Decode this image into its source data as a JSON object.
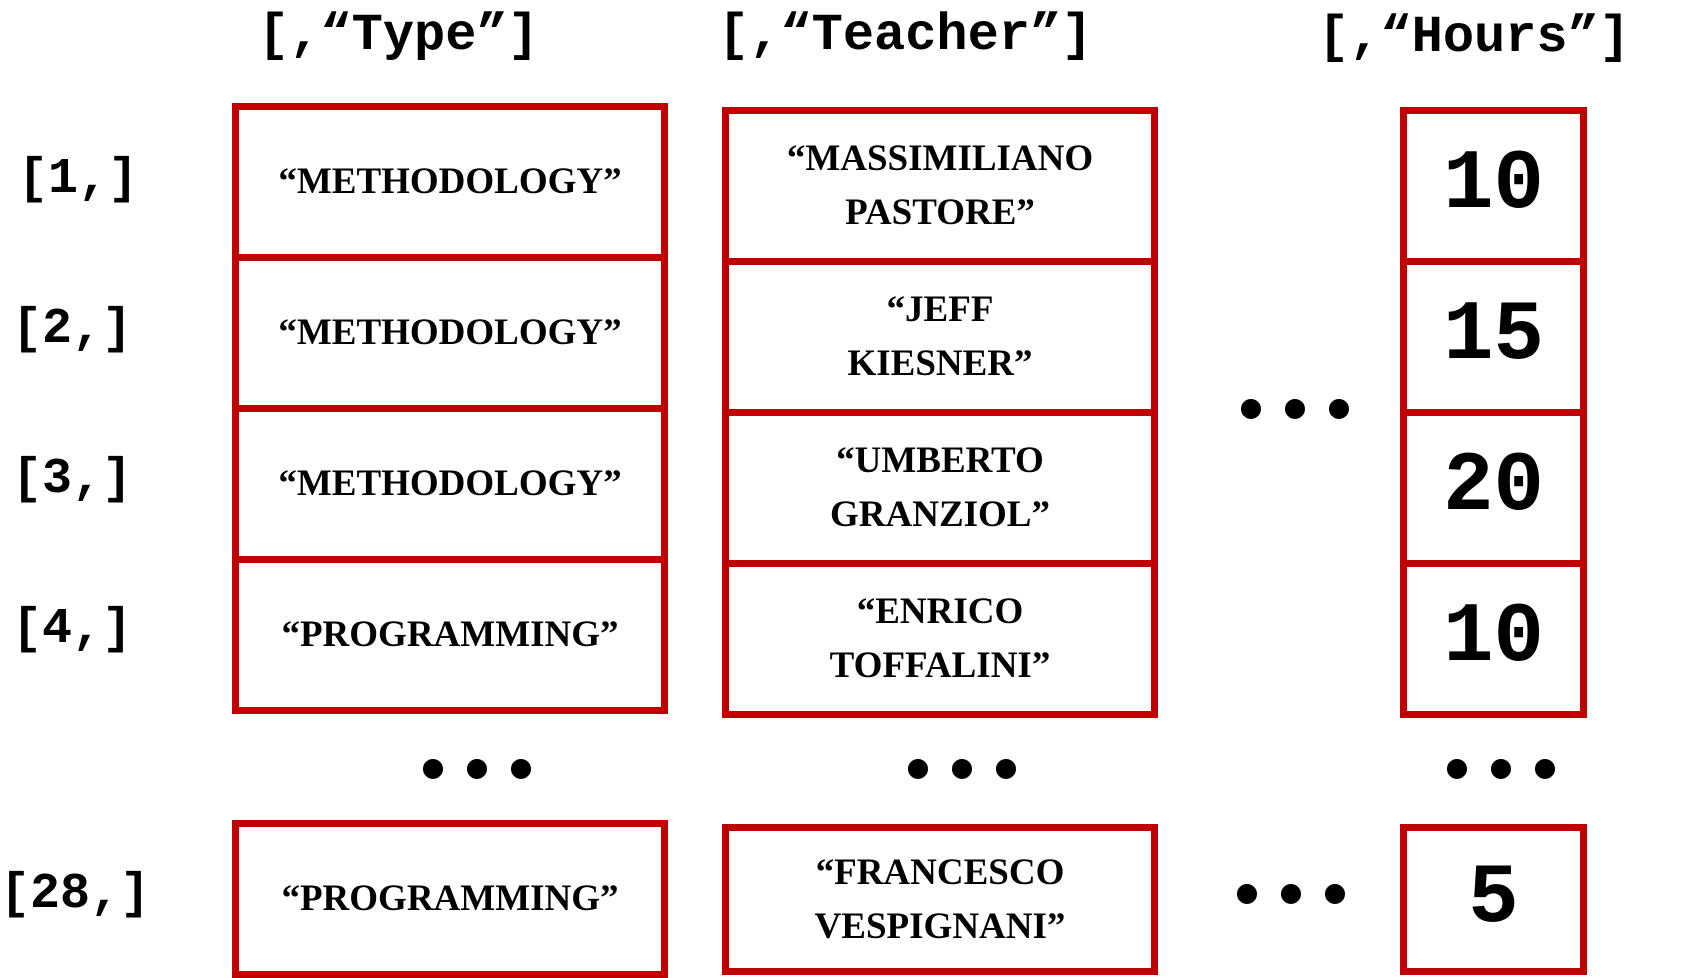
{
  "column_headers": {
    "type": "[,“Type”]",
    "teacher": "[,“Teacher”]",
    "hours": "[,“Hours”]"
  },
  "rows": [
    {
      "label": "[1,]",
      "type": "“METHODOLOGY”",
      "teacher": "“MASSIMILIANO\nPASTORE”",
      "hours": "10"
    },
    {
      "label": "[2,]",
      "type": "“METHODOLOGY”",
      "teacher": "“JEFF\nKIESNER”",
      "hours": "15"
    },
    {
      "label": "[3,]",
      "type": "“METHODOLOGY”",
      "teacher": "“UMBERTO\nGRANZIOL”",
      "hours": "20"
    },
    {
      "label": "[4,]",
      "type": "“PROGRAMMING”",
      "teacher": "“ENRICO\nTOFFALINI”",
      "hours": "10"
    },
    {
      "label": "[28,]",
      "type": "“PROGRAMMING”",
      "teacher": "“FRANCESCO\nVESPIGNANI”",
      "hours": "5"
    }
  ],
  "ellipsis": "•••",
  "colors": {
    "cell_border": "#c00000",
    "text": "#000000",
    "background": "#ffffff"
  }
}
